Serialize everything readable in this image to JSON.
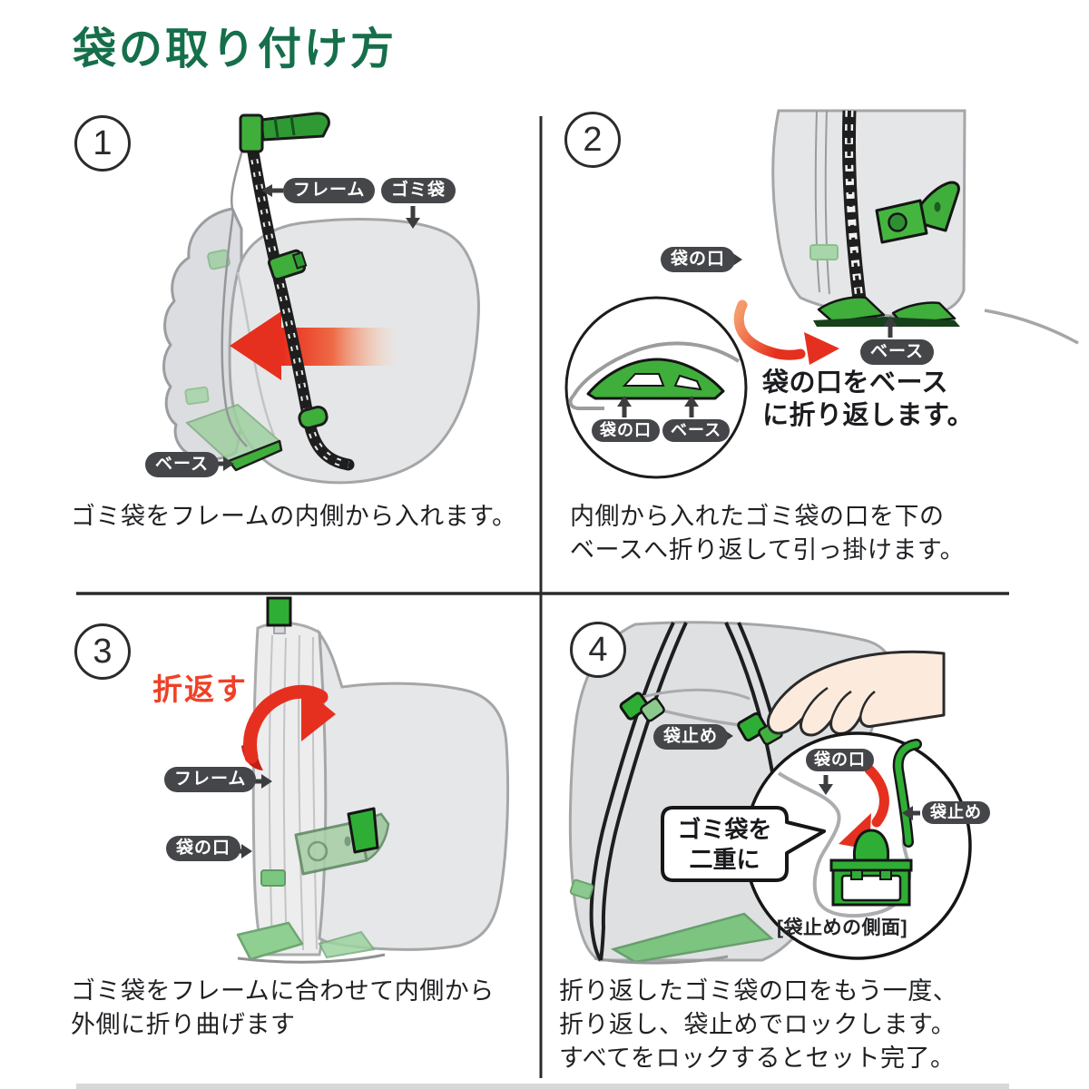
{
  "title": "袋の取り付け方",
  "colors": {
    "title_green": "#156f4b",
    "accent_red": "#e6301f",
    "part_green": "#2fae35",
    "label_bg": "#454649",
    "bag_gray": "#e5e6e7"
  },
  "steps": {
    "s1": {
      "num": "1",
      "label_frame": "フレーム",
      "label_bag": "ゴミ袋",
      "label_base": "ベース",
      "caption": "ゴミ袋をフレームの内側から入れます。"
    },
    "s2": {
      "num": "2",
      "label_mouth": "袋の口",
      "label_base": "ベース",
      "inset_label_mouth": "袋の口",
      "inset_label_base": "ベース",
      "emphasis1": "袋の口をベース",
      "emphasis2": "に折り返します。",
      "caption1": "内側から入れたゴミ袋の口を下の",
      "caption2": "ベースへ折り返して引っ掛けます。"
    },
    "s3": {
      "num": "3",
      "fold": "折返す",
      "label_frame": "フレーム",
      "label_mouth": "袋の口",
      "caption1": "ゴミ袋をフレームに合わせて内側から",
      "caption2": "外側に折り曲げます"
    },
    "s4": {
      "num": "4",
      "label_stopper": "袋止め",
      "inset_label_mouth": "袋の口",
      "inset_label_stopper": "袋止め",
      "bubble1": "ゴミ袋を",
      "bubble2": "二重に",
      "inset_caption": "[袋止めの側面]",
      "caption1": "折り返したゴミ袋の口をもう一度、",
      "caption2": "折り返し、袋止めでロックします。",
      "caption3": "すべてをロックするとセット完了。"
    }
  }
}
